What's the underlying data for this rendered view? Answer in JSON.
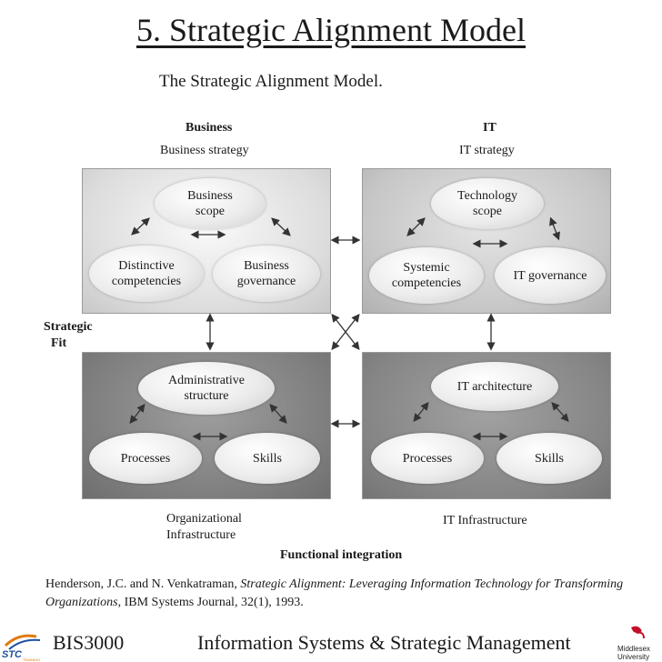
{
  "slide_title": "5. Strategic Alignment Model",
  "figure_title": "The Strategic Alignment Model.",
  "headers": {
    "business": "Business",
    "business_strategy": "Business strategy",
    "it": "IT",
    "it_strategy": "IT strategy",
    "strategic": "Strategic",
    "fit": "Fit",
    "org_infra_1": "Organizational",
    "org_infra_2": "Infrastructure",
    "it_infra": "IT Infrastructure",
    "functional_integration": "Functional integration"
  },
  "business_strategy": {
    "scope_1": "Business",
    "scope_2": "scope",
    "competencies_1": "Distinctive",
    "competencies_2": "competencies",
    "governance_1": "Business",
    "governance_2": "governance"
  },
  "it_strategy": {
    "scope_1": "Technology",
    "scope_2": "scope",
    "competencies_1": "Systemic",
    "competencies_2": "competencies",
    "governance": "IT governance"
  },
  "org_infrastructure": {
    "admin_1": "Administrative",
    "admin_2": "structure",
    "processes": "Processes",
    "skills": "Skills"
  },
  "it_infrastructure": {
    "architecture": "IT architecture",
    "processes": "Processes",
    "skills": "Skills"
  },
  "citation": {
    "authors": "Henderson, J.C. and N. Venkatraman, ",
    "title": "Strategic Alignment: Leveraging Information Technology for Transforming Organizations",
    "source": ", IBM Systems Journal, 32(1), 1993."
  },
  "footer": {
    "course": "BIS3000",
    "subject": "Information Systems & Strategic Management",
    "stc_logo_text": "STC",
    "stc_logo_sub": "TRAINING",
    "mdx_logo_text_1": "Middlesex",
    "mdx_logo_text_2": "University"
  }
}
